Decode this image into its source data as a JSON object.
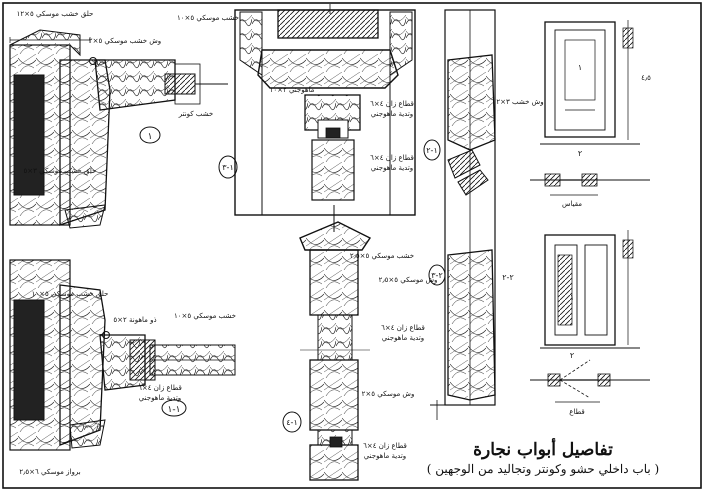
{
  "title": {
    "main": "تفاصيل أبواب نجارة",
    "sub": "( باب داخلي حشو وكونتر وتجاليد من الوجهين )"
  },
  "details": [
    {
      "id": "detail-1",
      "mark": "١"
    },
    {
      "id": "detail-1-3",
      "mark": "١-٣"
    },
    {
      "id": "detail-1-2",
      "mark": "١-٢"
    },
    {
      "id": "detail-2-2",
      "mark": "٢-٢"
    },
    {
      "id": "detail-2-3",
      "mark": "٢-٣"
    },
    {
      "id": "detail-1-1",
      "mark": "١-١"
    },
    {
      "id": "detail-1-4",
      "mark": "١-٤"
    }
  ],
  "notes": [
    "حلق خشب موسكي ٥×١٢",
    "وش خشب موسكي ٥×٢",
    "خشب كونتر",
    "حلق خشب موسكي ٣×٥",
    "حلق خشب موسكي ٥×١٠",
    "ذو ماهونة ٢×٥",
    "خشب موسكي ٥×١٠",
    "قطاع زان ٤×٦",
    "وتدية ماهوجني",
    "قطاع زان ٤×٦",
    "وتدية ماهوجني",
    "ماهوجني ٢×١٠",
    "خشب موسكي ٥×١٠",
    "قطاع زان ٤×٦",
    "وتدية ماهوجني",
    "وش موسكي ٥×٢٫٥",
    "قطاع زان ٤×٦",
    "وتدية ماهوجني",
    "خشب موسكي ٥×٢٫٥",
    "وش موسكي ٥×٢",
    "قطاع زان ٤×٦",
    "وتدية ماهوجني",
    "برواز موسكي ٦×٢٫٥",
    "وش خشب ٣×٢",
    "مقياس",
    "قطاع",
    "٤٫٥",
    "١",
    "٢",
    "١",
    "٢"
  ]
}
